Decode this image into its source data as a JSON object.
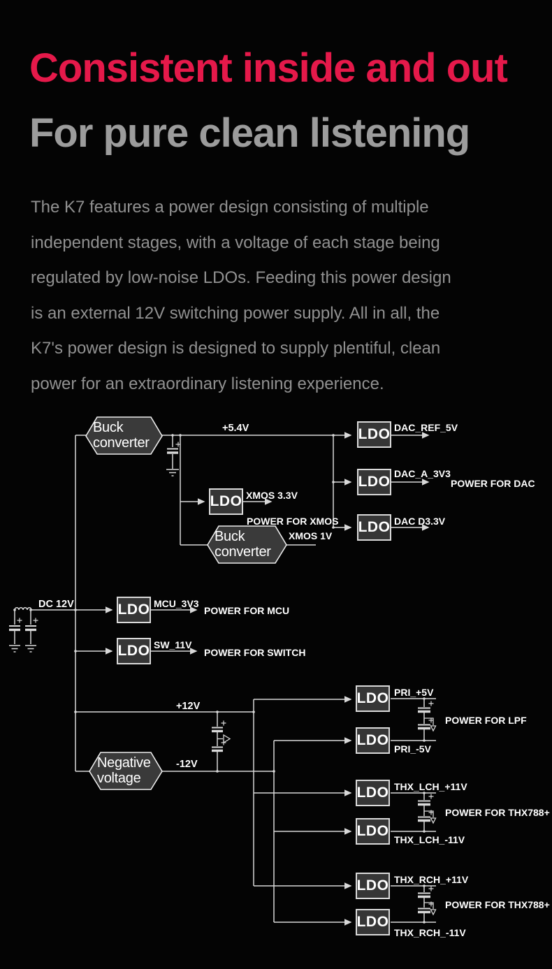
{
  "header": {
    "title": "Consistent inside and out",
    "subtitle": "For pure clean listening",
    "paragraph": "The K7 features a power design consisting of multiple\nindependent stages, with a voltage of each stage being\nregulated by low-noise LDOs. Feeding this power design\nis an external 12V switching power supply. All in all, the\nK7's power design is designed to supply plentiful, clean\npower for an extraordinary listening experience."
  },
  "colors": {
    "background": "#040404",
    "title_red": "#e5194a",
    "subtitle_gray": "#9c9c9c",
    "body_gray": "#919191",
    "wire_gray": "#d8d8d8",
    "block_fill": "#363636",
    "block_border": "#dadada",
    "label_white": "#ffffff"
  },
  "diagram": {
    "ldo_label": "LDO",
    "buck_converter_label": "Buck converter",
    "negative_voltage_label": "Negative voltage",
    "input_label": "DC 12V",
    "nets": {
      "plus_5v4": "+5.4V",
      "xmos_3v3": "XMOS 3.3V",
      "xmos_1v": "XMOS 1V",
      "dac_ref_5v": "DAC_REF_5V",
      "dac_a_3v3": "DAC_A_3V3",
      "dac_d3v3": "DAC D3.3V",
      "mcu_3v3": "MCU_3V3",
      "sw_11v": "SW_11V",
      "plus_12v": "+12V",
      "minus_12v": "-12V",
      "pri_p5v": "PRI_+5V",
      "pri_n5v": "PRI_-5V",
      "thx_lch_p11v": "THX_LCH_+11V",
      "thx_lch_n11v": "THX_LCH_-11V",
      "thx_rch_p11v": "THX_RCH_+11V",
      "thx_rch_n11v": "THX_RCH_-11V"
    },
    "annotations": {
      "power_for_xmos": "POWER FOR XMOS",
      "power_for_dac": "POWER FOR DAC",
      "power_for_mcu": "POWER FOR MCU",
      "power_for_switch": "POWER FOR SWITCH",
      "power_for_lpf": "POWER FOR LPF",
      "power_for_thx_lch": "POWER FOR THX788+",
      "power_for_thx_rch": "POWER FOR THX788+"
    }
  }
}
